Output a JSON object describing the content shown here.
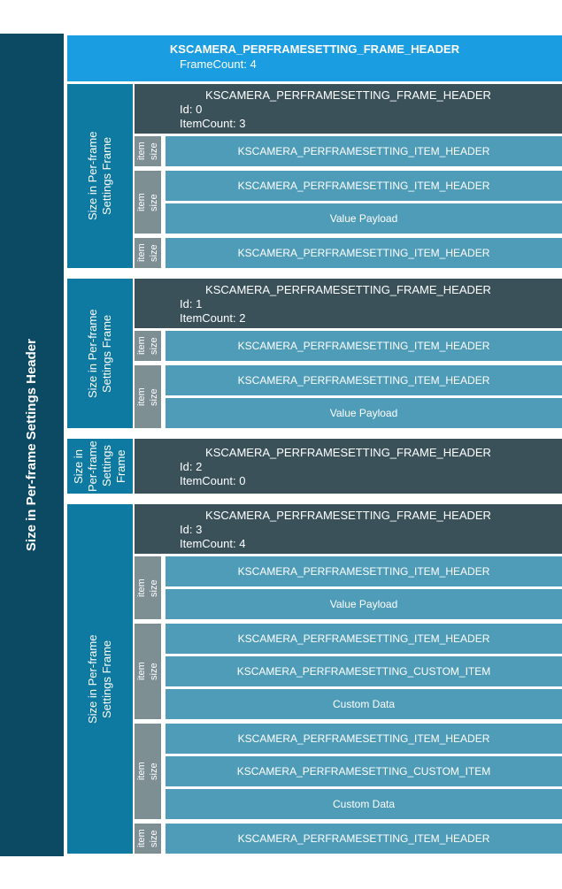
{
  "colors": {
    "sidebar": "#0c4a63",
    "header": "#1b9de2",
    "frame_label": "#0e7aa1",
    "frame_header": "#3a515a",
    "item_size": "#7e8f94",
    "item_row": "#4f9cb8",
    "text": "#ffffff"
  },
  "sidebar": {
    "label": "Size in Per-frame Settings Header"
  },
  "header": {
    "title": "KSCAMERA_PERFRAMESETTING_FRAME_HEADER",
    "subtitle": "FrameCount: 4"
  },
  "frames": [
    {
      "side_label": "Size in Per-frame Settings Frame",
      "title": "KSCAMERA_PERFRAMESETTING_FRAME_HEADER",
      "id_label": "Id: 0",
      "count_label": "ItemCount: 3",
      "groups": [
        {
          "size_label": "item size",
          "rows": [
            "KSCAMERA_PERFRAMESETTING_ITEM_HEADER"
          ]
        },
        {
          "size_label": "item size",
          "rows": [
            "KSCAMERA_PERFRAMESETTING_ITEM_HEADER",
            "Value Payload"
          ]
        },
        {
          "size_label": "item size",
          "rows": [
            "KSCAMERA_PERFRAMESETTING_ITEM_HEADER"
          ]
        }
      ]
    },
    {
      "side_label": "Size in Per-frame Settings Frame",
      "title": "KSCAMERA_PERFRAMESETTING_FRAME_HEADER",
      "id_label": "Id: 1",
      "count_label": "ItemCount: 2",
      "groups": [
        {
          "size_label": "item size",
          "rows": [
            "KSCAMERA_PERFRAMESETTING_ITEM_HEADER"
          ]
        },
        {
          "size_label": "item size",
          "rows": [
            "KSCAMERA_PERFRAMESETTING_ITEM_HEADER",
            "Value Payload"
          ]
        }
      ]
    },
    {
      "side_label": "Size in Per-frame Settings Frame",
      "title": "KSCAMERA_PERFRAMESETTING_FRAME_HEADER",
      "id_label": "Id: 2",
      "count_label": "ItemCount: 0",
      "groups": []
    },
    {
      "side_label": "Size in Per-frame Settings Frame",
      "title": "KSCAMERA_PERFRAMESETTING_FRAME_HEADER",
      "id_label": "Id: 3",
      "count_label": "ItemCount: 4",
      "groups": [
        {
          "size_label": "item size",
          "rows": [
            "KSCAMERA_PERFRAMESETTING_ITEM_HEADER",
            "Value Payload"
          ]
        },
        {
          "size_label": "item size",
          "rows": [
            "KSCAMERA_PERFRAMESETTING_ITEM_HEADER",
            "KSCAMERA_PERFRAMESETTING_CUSTOM_ITEM",
            "Custom Data"
          ]
        },
        {
          "size_label": "item size",
          "rows": [
            "KSCAMERA_PERFRAMESETTING_ITEM_HEADER",
            "KSCAMERA_PERFRAMESETTING_CUSTOM_ITEM",
            "Custom Data"
          ]
        },
        {
          "size_label": "item size",
          "rows": [
            "KSCAMERA_PERFRAMESETTING_ITEM_HEADER"
          ]
        }
      ]
    }
  ]
}
